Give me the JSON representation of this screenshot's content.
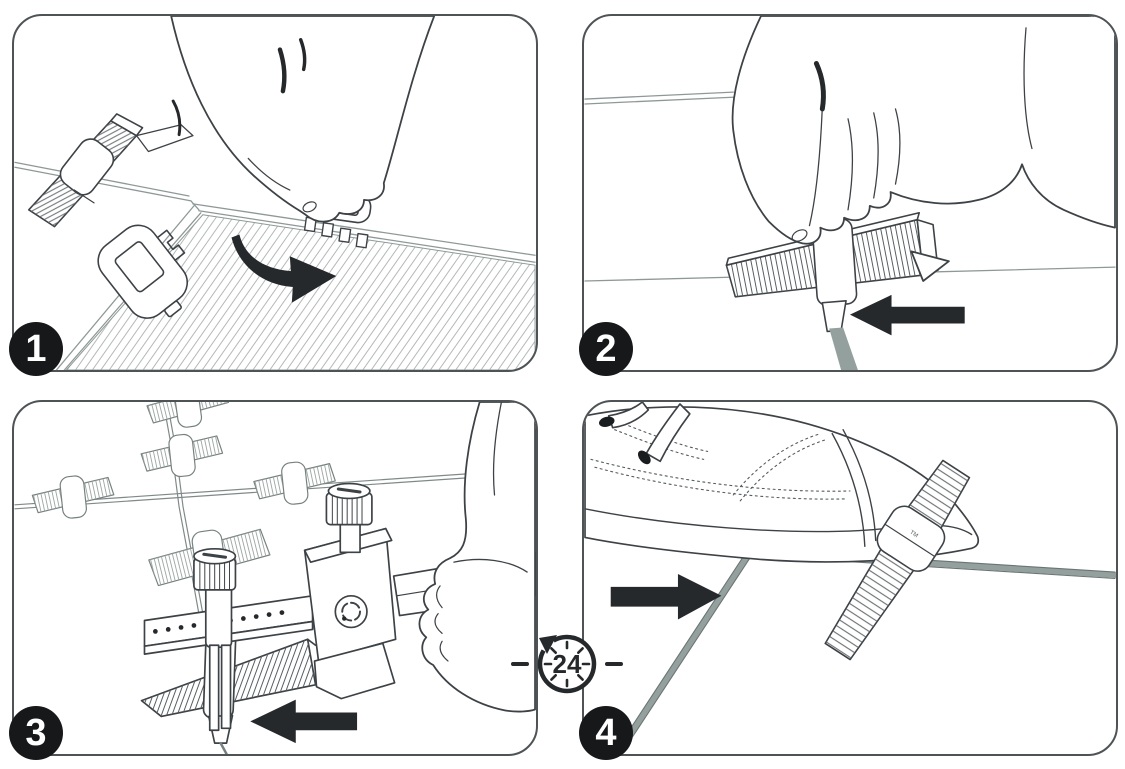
{
  "diagram": {
    "panels": [
      {
        "number": "1",
        "illustration": "hand-sliding-leveling-clip-under-tile-edge",
        "arrow_icon": "curved-rotate-arrow"
      },
      {
        "number": "2",
        "illustration": "hand-pushing-wedge-into-clip",
        "arrow_icon": "arrow-left"
      },
      {
        "number": "3",
        "illustration": "tightening-wedge-with-installation-pliers",
        "arrow_icon": "arrow-left"
      },
      {
        "number": "4",
        "illustration": "kicking-clip-stem-to-snap-off",
        "arrow_icon": "arrow-right"
      }
    ],
    "wait_badge": {
      "value": "24",
      "icon": "clock-rotation-icon"
    },
    "clip_marking": "TM",
    "colors": {
      "line": "#3d4246",
      "light_line": "#8e9997",
      "grout": "#93a09e",
      "ink": "#26292c",
      "badge_bg": "#16181a",
      "badge_text": "#ffffff",
      "background": "#ffffff"
    }
  }
}
